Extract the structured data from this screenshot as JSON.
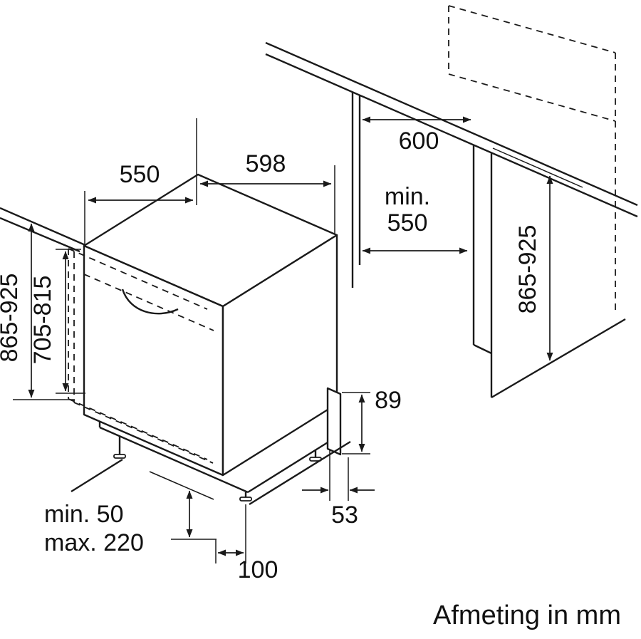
{
  "diagram": {
    "caption": "Afmeting in mm",
    "colors": {
      "line": "#1a1a1a",
      "background": "#ffffff"
    },
    "labels": {
      "depth_top": "550",
      "width_top": "598",
      "niche_width": "600",
      "niche_depth_line1": "min.",
      "niche_depth_line2": "550",
      "overall_height": "865-925",
      "door_panel_height": "705-815",
      "niche_height": "865-925",
      "rear_step_height": "89",
      "rear_step_depth": "53",
      "plinth_clearance_min": "min. 50",
      "plinth_clearance_max": "max. 220",
      "plinth_recess_depth": "100"
    }
  }
}
